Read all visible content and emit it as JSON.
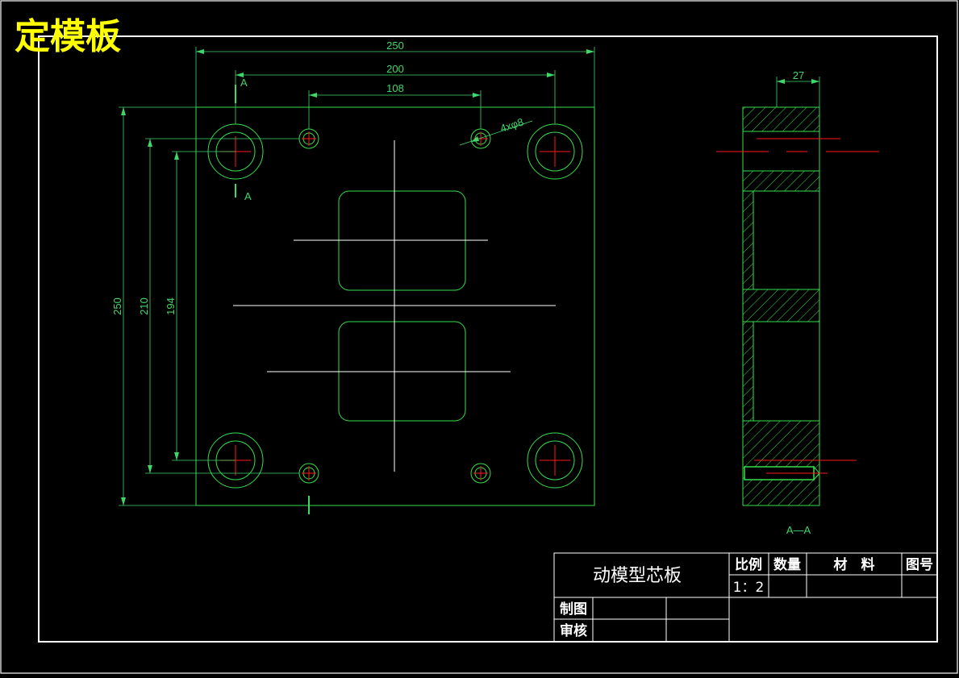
{
  "overlay_title": "定模板",
  "colors": {
    "background": "#000000",
    "geometry": "#35e04a",
    "dimension": "#3fd76a",
    "centerline": "#ff1a1a",
    "frame": "#ffffff",
    "title_text": "#ffff00"
  },
  "front_view": {
    "dimensions": {
      "overall_width": "250",
      "hole_spacing_large": "200",
      "hole_spacing_small": "108",
      "small_hole_callout": "4xφ8",
      "overall_height": "250",
      "vertical_spacing_210": "210",
      "vertical_spacing_194": "194"
    },
    "section_marks": [
      "A",
      "A"
    ]
  },
  "side_view": {
    "thickness": "27",
    "section_label": "A—A"
  },
  "title_block": {
    "part_name": "动模型芯板",
    "headers": {
      "scale": "比例",
      "quantity": "数量",
      "material": "材　料",
      "drawing_no": "图号"
    },
    "scale_value": "1：2",
    "rows": {
      "drawn_by": "制图",
      "checked_by": "审核"
    }
  }
}
